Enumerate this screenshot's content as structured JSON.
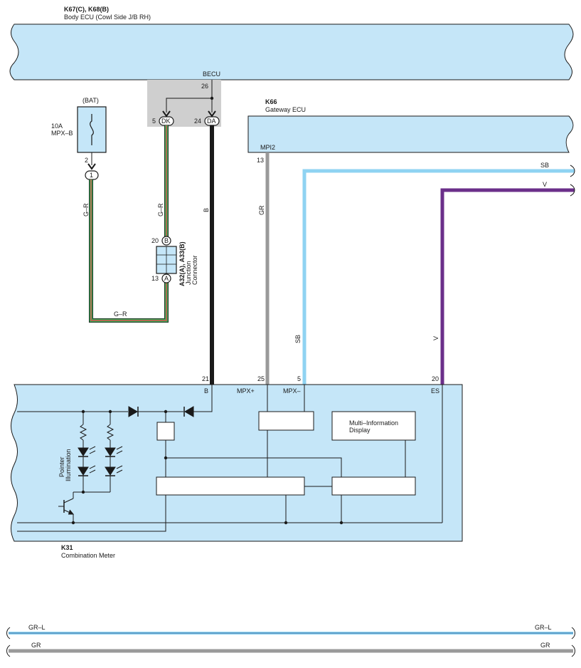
{
  "body_ecu": {
    "code": "K67(C), K68(B)",
    "name": "Body ECU (Cowl Side J/B RH)",
    "terminal": "BECU",
    "pin_out": "26"
  },
  "bat_supply": {
    "label": "(BAT)",
    "fuse_rating": "10A",
    "fuse_name": "MPX–B",
    "pin": "2",
    "connector": "1"
  },
  "gateway_ecu": {
    "code": "K66",
    "name": "Gateway ECU",
    "terminal": "MPI2",
    "pin": "13"
  },
  "junction_connector": {
    "code": "A32(A), A33(B)",
    "name_line1": "Junction",
    "name_line2": "Connector",
    "pin_b": "20",
    "pin_b_letter": "B",
    "pin_a": "13",
    "pin_a_letter": "A"
  },
  "connectors": {
    "dk_pin": "5",
    "dk_label": "DK",
    "da_pin": "24",
    "da_label": "DA"
  },
  "wires": {
    "gr_left": "G–R",
    "gr_mid": "G–R",
    "gr_bottom": "G–R",
    "b": "B",
    "gr": "GR",
    "sb_vert": "SB",
    "sb_right": "SB",
    "v_vert": "V",
    "v_right": "V"
  },
  "combination_meter": {
    "code": "K31",
    "name": "Combination Meter",
    "pins": [
      "21",
      "25",
      "5",
      "20"
    ],
    "terminals": [
      "B",
      "MPX+",
      "MPX–",
      "ES"
    ],
    "mid_display_line1": "Multi–Information",
    "mid_display_line2": "Display",
    "pointer_label_line1": "Pointer",
    "pointer_label_line2": "Illumination"
  },
  "bus_lines": {
    "top_left": "GR–L",
    "top_right": "GR–L",
    "bottom_left": "GR",
    "bottom_right": "GR"
  },
  "colors": {
    "panel_fill": "#c5e6f8",
    "wire_sb": "#8fd3f2",
    "wire_v": "#6b2f8a",
    "wire_gr": "#9a9a9a",
    "wire_b": "#1a1a1a",
    "wire_green": "#3aa655",
    "wire_red": "#d9534f"
  }
}
